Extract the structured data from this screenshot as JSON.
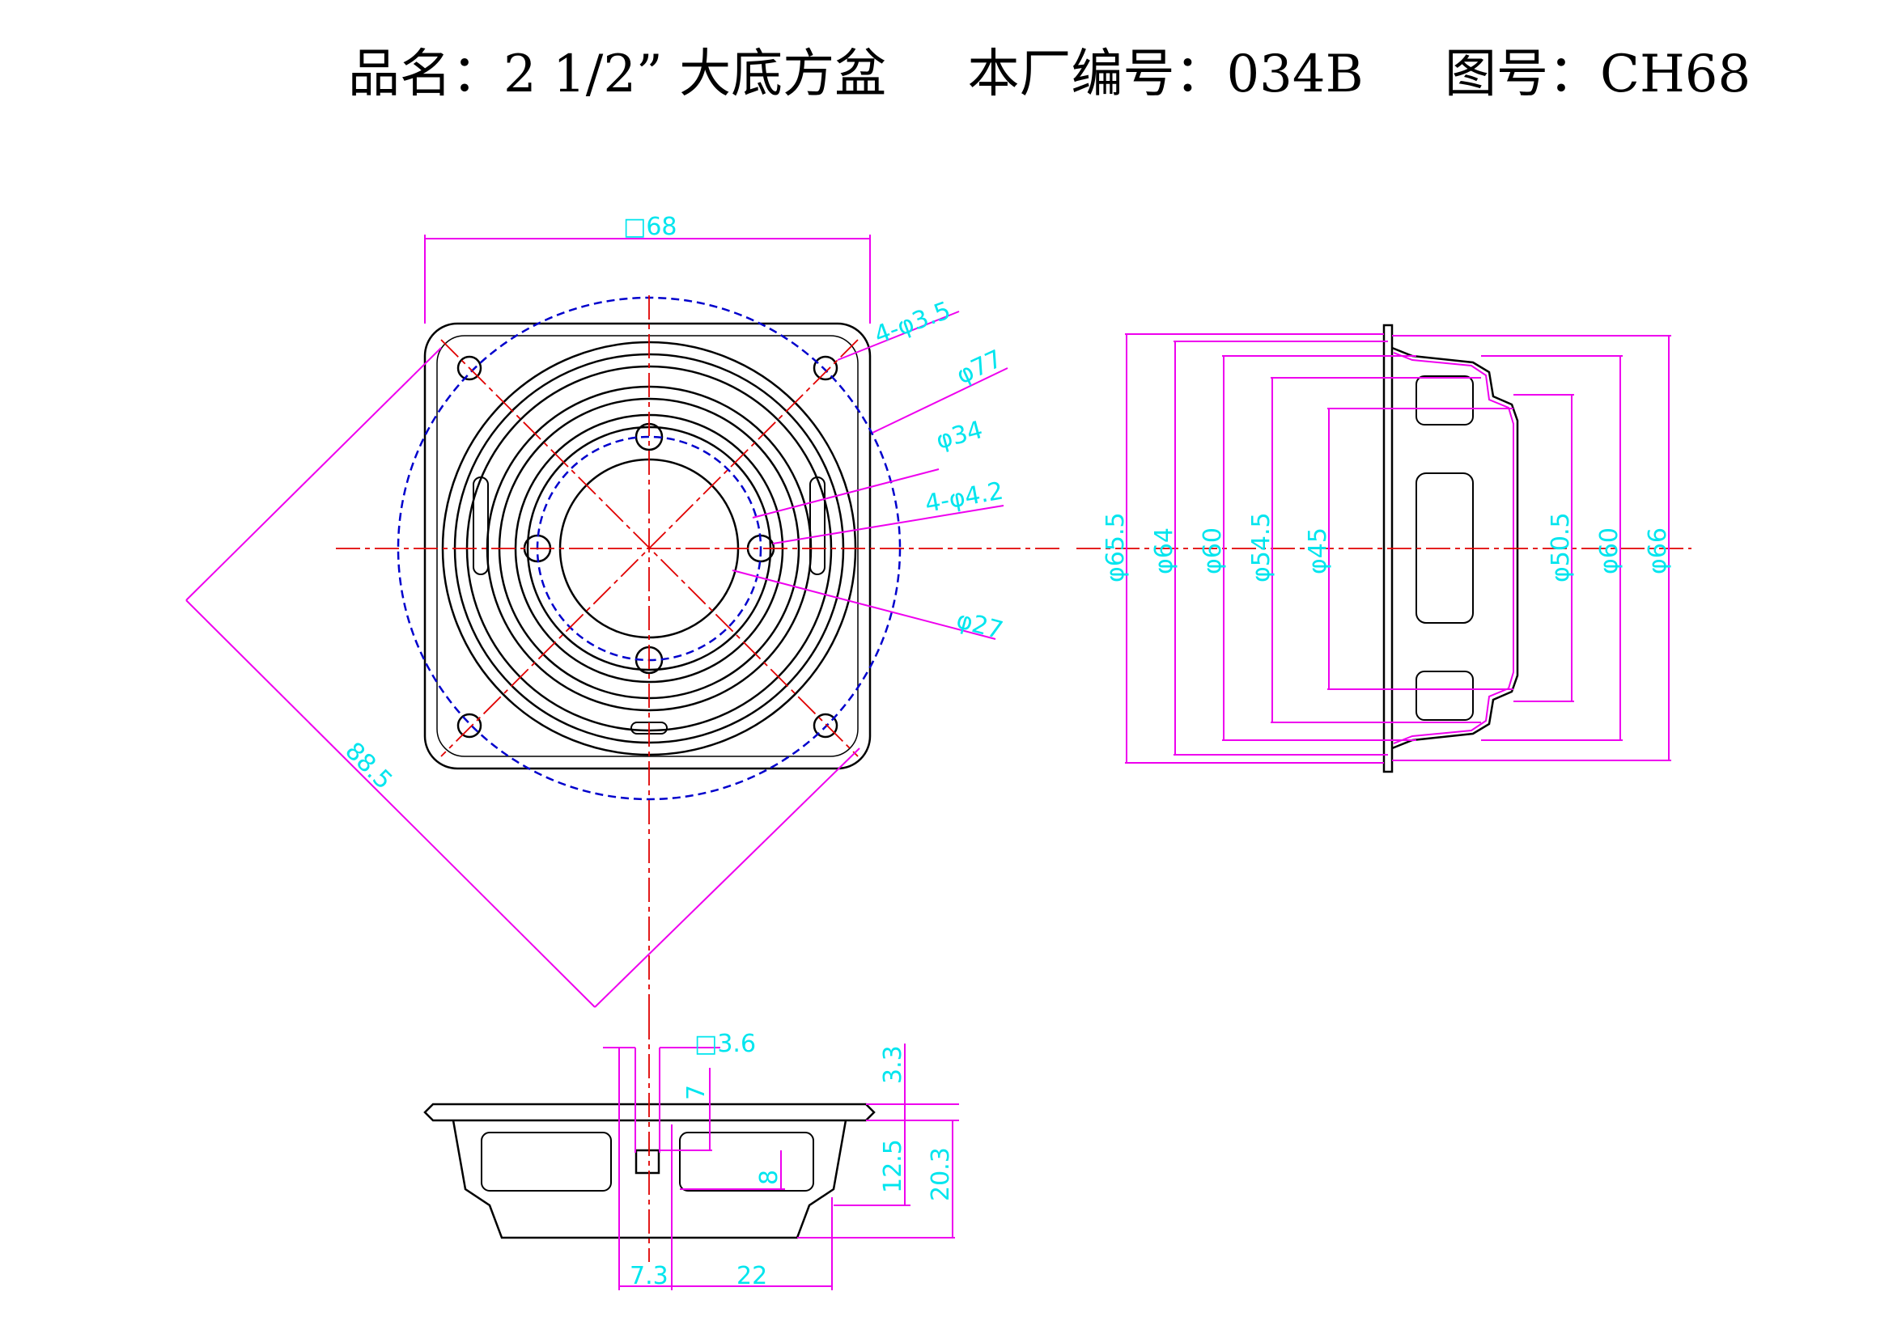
{
  "title": {
    "product": "品名：2 1/2” 大底方盆",
    "factory_no": "本厂编号：034B",
    "drawing_no": "图号：CH68"
  },
  "front_view": {
    "square_size": "□68",
    "mount_holes": "4-φ3.5",
    "bolt_circle": "φ77",
    "inner_circle": "φ34",
    "inner_holes": "4-φ4.2",
    "hole_circle": "φ27",
    "diagonal": "88.5"
  },
  "side_view": {
    "left_dims": [
      "φ65.5",
      "φ64",
      "φ60",
      "φ54.5",
      "φ45"
    ],
    "right_dims": [
      "φ50.5",
      "φ60",
      "φ66"
    ]
  },
  "bottom_view": {
    "terminal": "□3.6",
    "d_3_3": "3.3",
    "d_7": "7",
    "d_8": "8",
    "d_12_5": "12.5",
    "d_20_3": "20.3",
    "d_7_3": "7.3",
    "d_22": "22"
  },
  "colors": {
    "outline": "#000000",
    "centerline": "#e00000",
    "hidden_circle": "#0000cc",
    "dimension_line": "#ee00ee",
    "dimension_text": "#00e5ee"
  }
}
